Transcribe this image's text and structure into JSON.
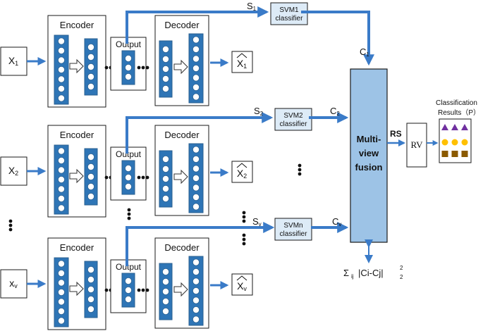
{
  "colors": {
    "blue": "#2E75B6",
    "blue_dark": "#2A5F8F",
    "fusion_fill": "#9DC3E6",
    "svm_fill": "#DDEBF7",
    "box_stroke": "#1a1a1a",
    "purple": "#7030A0",
    "yellow": "#FFC000",
    "brown": "#8B5A00"
  },
  "encoder_label": "Encoder",
  "decoder_label": "Decoder",
  "output_label": "Output",
  "views": [
    {
      "input": "X",
      "input_sub": "1",
      "recon": "X",
      "recon_sub": "1",
      "s": "S",
      "s_sub": "1",
      "svm": [
        "SVM1",
        "classifier"
      ],
      "c": "C",
      "c_sub": "1"
    },
    {
      "input": "X",
      "input_sub": "2",
      "recon": "X",
      "recon_sub": "2",
      "s": "S",
      "s_sub": "2",
      "svm": [
        "SVM2",
        "classifier"
      ],
      "c": "C",
      "c_sub": "2"
    },
    {
      "input": "x",
      "input_sub": "v",
      "recon": "X",
      "recon_sub": "v",
      "s": "S",
      "s_sub": "v",
      "svm": [
        "SVMn",
        "classifier"
      ],
      "c": "C",
      "c_sub": "v"
    }
  ],
  "fusion_label": [
    "Multi-",
    "view",
    "fusion"
  ],
  "rs_label": "RS",
  "rv_label": "RV",
  "results_title": [
    "Classification",
    "Results（P）"
  ],
  "formula": {
    "sigma": "Σ",
    "ij": "ij",
    "body": "|Ci-Cj|",
    "exp": "2",
    "sub": "2"
  },
  "icons": [
    "arrow-icon",
    "hollow-arrow-icon",
    "ellipsis-dots-icon",
    "triangle-icon",
    "circle-icon",
    "square-icon"
  ]
}
